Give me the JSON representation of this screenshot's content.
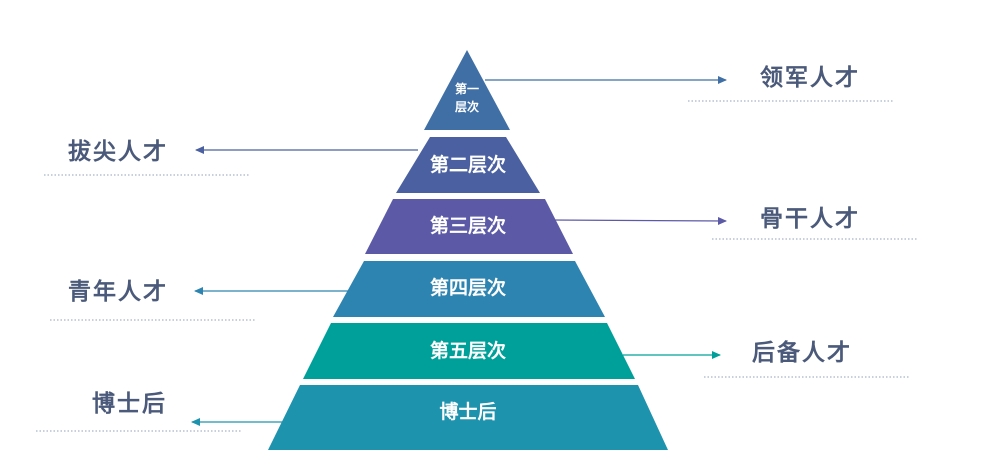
{
  "pyramid": {
    "levels": [
      {
        "line1": "第一",
        "line2": "层次",
        "color": "#3f6fa5"
      },
      {
        "label": "第二层次",
        "color": "#4a60a0"
      },
      {
        "label": "第三层次",
        "color": "#5c5aa6"
      },
      {
        "label": "第四层次",
        "color": "#2e84b0"
      },
      {
        "label": "第五层次",
        "color": "#00a09a"
      },
      {
        "label": "博士后",
        "color": "#1e93ae"
      }
    ]
  },
  "side_labels": {
    "right": [
      {
        "text": "领军人才",
        "arrow_color": "#3f6fa5"
      },
      {
        "text": "骨干人才",
        "arrow_color": "#5c5aa6"
      },
      {
        "text": "后备人才",
        "arrow_color": "#00a09a"
      }
    ],
    "left": [
      {
        "text": "拔尖人才",
        "arrow_color": "#4a60a0"
      },
      {
        "text": "青年人才",
        "arrow_color": "#2e84b0"
      },
      {
        "text": "博士后",
        "arrow_color": "#1e93ae"
      }
    ]
  }
}
